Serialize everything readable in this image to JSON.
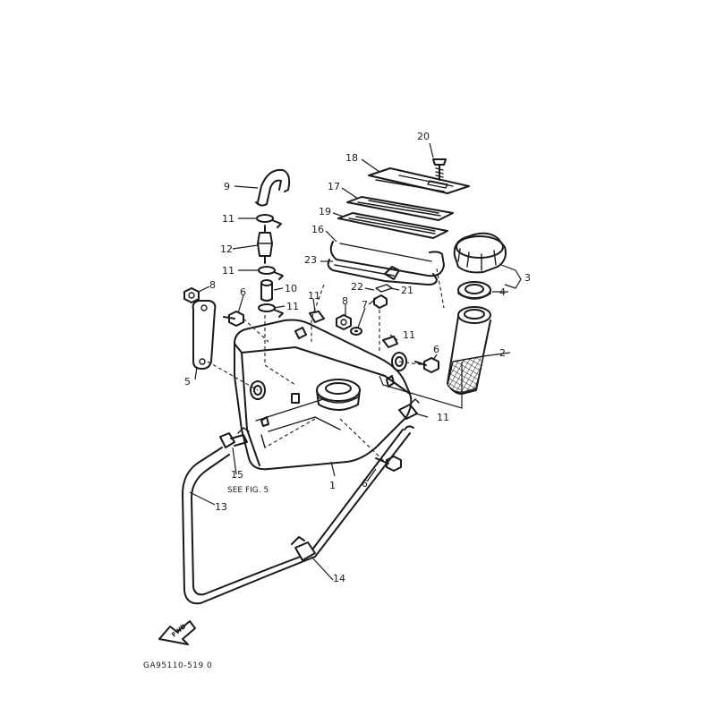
{
  "diagram": {
    "drawing_code": "GA95110-519 0",
    "see_note": "SEE FIG. 5",
    "fwd_label": "FWD",
    "callouts": {
      "c1": "1",
      "c2": "2",
      "c3": "3",
      "c4": "4",
      "c5": "5",
      "c6a": "6",
      "c6b": "6",
      "c6c": "6",
      "c7": "7",
      "c8a": "8",
      "c8b": "8",
      "c9": "9",
      "c10": "10",
      "c11a": "11",
      "c11b": "11",
      "c11c": "11",
      "c11d": "11",
      "c11e": "11",
      "c11f": "11",
      "c12": "12",
      "c13": "13",
      "c14": "14",
      "c15": "15",
      "c16": "16",
      "c17": "17",
      "c18": "18",
      "c19": "19",
      "c20": "20",
      "c21": "21",
      "c22": "22",
      "c23": "23"
    }
  }
}
